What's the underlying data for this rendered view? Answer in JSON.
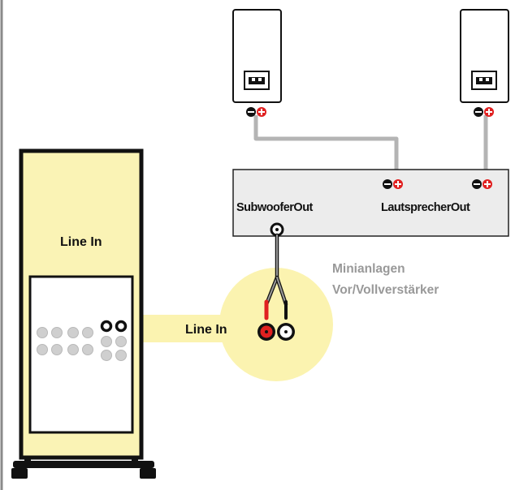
{
  "colors": {
    "page_border": "#8a8a8a",
    "subwoofer_fill": "#faf3b5",
    "highlight": "#fbf3b0",
    "amp_fill": "#ececec",
    "cable": "#b4b4b4",
    "red_terminal": "#e02020",
    "caption": "#999999"
  },
  "labels": {
    "sub_line_in": "Line In",
    "connection_line_in": "Line In",
    "amp_sub_out": "SubwooferOut",
    "amp_speaker_out": "LautsprecherOut",
    "amp_caption_line1": "Minianlagen",
    "amp_caption_line2": "Vor/Vollverstärker"
  },
  "icons": {
    "speaker_terminal": "speaker-terminal-block-icon",
    "plus_terminal": "plus-terminal-icon",
    "minus_terminal": "minus-terminal-icon",
    "rca_plug": "rca-plug-icon"
  }
}
